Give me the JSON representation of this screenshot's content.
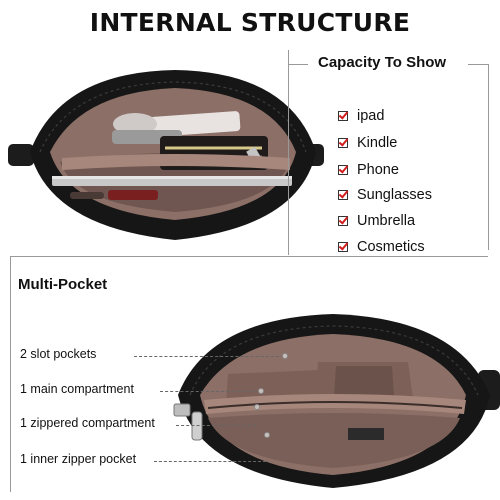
{
  "header": {
    "title": "INTERNAL STRUCTURE"
  },
  "capacity": {
    "title": "Capacity To Show",
    "items": [
      "ipad",
      "Kindle",
      "Phone",
      "Sunglasses",
      "Umbrella",
      "Cosmetics"
    ]
  },
  "multipocket": {
    "title": "Multi-Pocket",
    "labels": [
      "2 slot pockets",
      "1 main compartment",
      "1 zippered compartment",
      "1 inner zipper pocket"
    ]
  },
  "colors": {
    "bag_exterior": "#1a1a1a",
    "lining": "#8c6f66",
    "check": "#d21d1d"
  },
  "icons": [
    "checkbox-check-icon"
  ]
}
